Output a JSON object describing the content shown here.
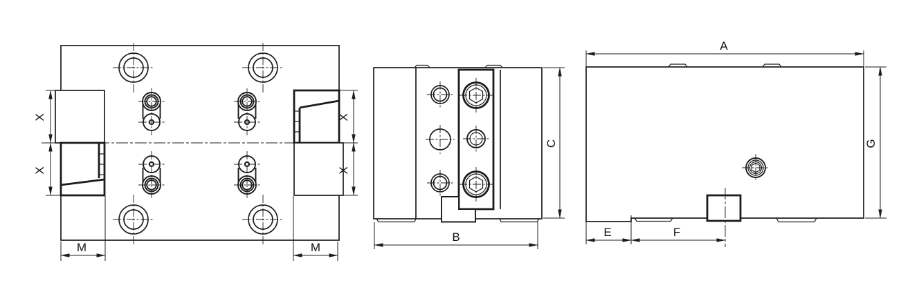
{
  "drawing": {
    "background_color": "#ffffff",
    "line_color": "#1c1c1c",
    "dimension_labels": {
      "a": "A",
      "b": "B",
      "c": "C",
      "e": "E",
      "f": "F",
      "g": "G",
      "m": "M",
      "x": "X"
    }
  }
}
